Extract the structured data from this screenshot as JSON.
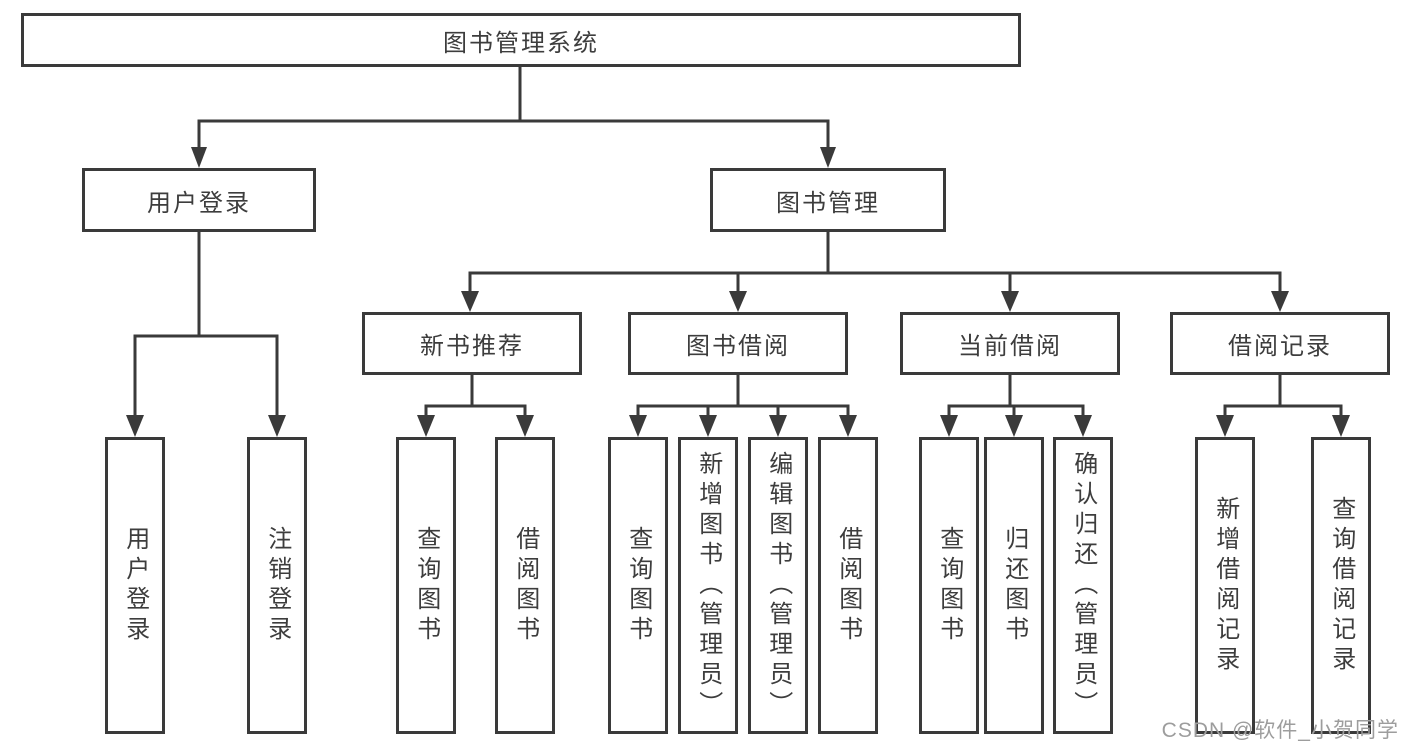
{
  "tree": {
    "root": "图书管理系统",
    "branches": [
      {
        "label": "用户登录",
        "leaves": [
          "用户登录",
          "注销登录"
        ]
      },
      {
        "label": "图书管理",
        "groups": [
          {
            "label": "新书推荐",
            "leaves": [
              "查询图书",
              "借阅图书"
            ]
          },
          {
            "label": "图书借阅",
            "leaves": [
              "查询图书",
              "新增图书（管理员）",
              "编辑图书（管理员）",
              "借阅图书"
            ]
          },
          {
            "label": "当前借阅",
            "leaves": [
              "查询图书",
              "归还图书",
              "确认归还（管理员）"
            ]
          },
          {
            "label": "借阅记录",
            "leaves": [
              "新增借阅记录",
              "查询借阅记录"
            ]
          }
        ]
      }
    ]
  },
  "watermark": {
    "text": "CSDN @软件_小贺同学"
  },
  "colors": {
    "line": "#3a3a3a",
    "text": "#3d3d3d",
    "watermark": "#9d9d9d",
    "background": "#ffffff"
  }
}
